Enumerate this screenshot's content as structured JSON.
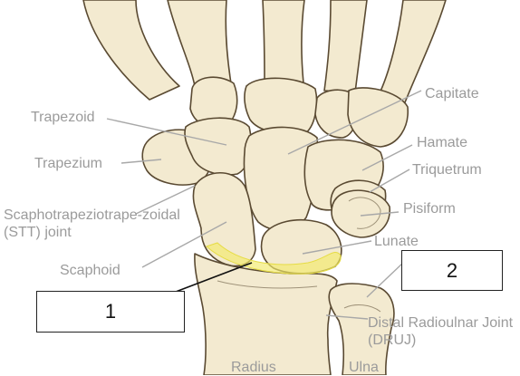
{
  "labels": {
    "trapezoid": "Trapezoid",
    "trapezium": "Trapezium",
    "stt_joint": "Scaphotrapeziotrape-zoidal (STT) joint",
    "scaphoid": "Scaphoid",
    "capitate": "Capitate",
    "hamate": "Hamate",
    "triquetrum": "Triquetrum",
    "pisiform": "Pisiform",
    "lunate": "Lunate",
    "druj": "Distal Radioulnar Joint (DRUJ)",
    "radius": "Radius",
    "ulna": "Ulna"
  },
  "answer_boxes": {
    "box1": "1",
    "box2": "2"
  },
  "colors": {
    "bone_fill": "#f3ead0",
    "bone_outline": "#5a4a32",
    "highlight": "#f2ea6a",
    "leader_line": "#a8a8a8",
    "label_text": "#9b9b9b"
  }
}
